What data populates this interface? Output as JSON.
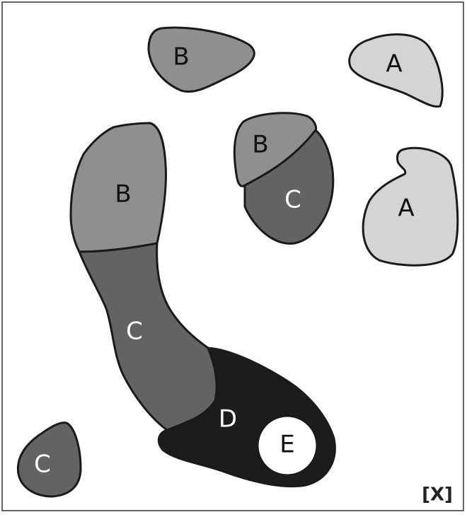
{
  "figure": {
    "corner_tag": "[X]"
  },
  "regions": {
    "a_top": "A",
    "a_bottom": "A",
    "b_top": "B",
    "b_pair": "B",
    "c_pair": "C",
    "b_long": "B",
    "c_long": "C",
    "d_long": "D",
    "e_long": "E",
    "c_small": "C"
  },
  "colors": {
    "A": "#d4d4d4",
    "B": "#8f8f8f",
    "C": "#636363",
    "D": "#1c1c1c",
    "E": "#ffffff",
    "outline": "#1a1a1a"
  }
}
